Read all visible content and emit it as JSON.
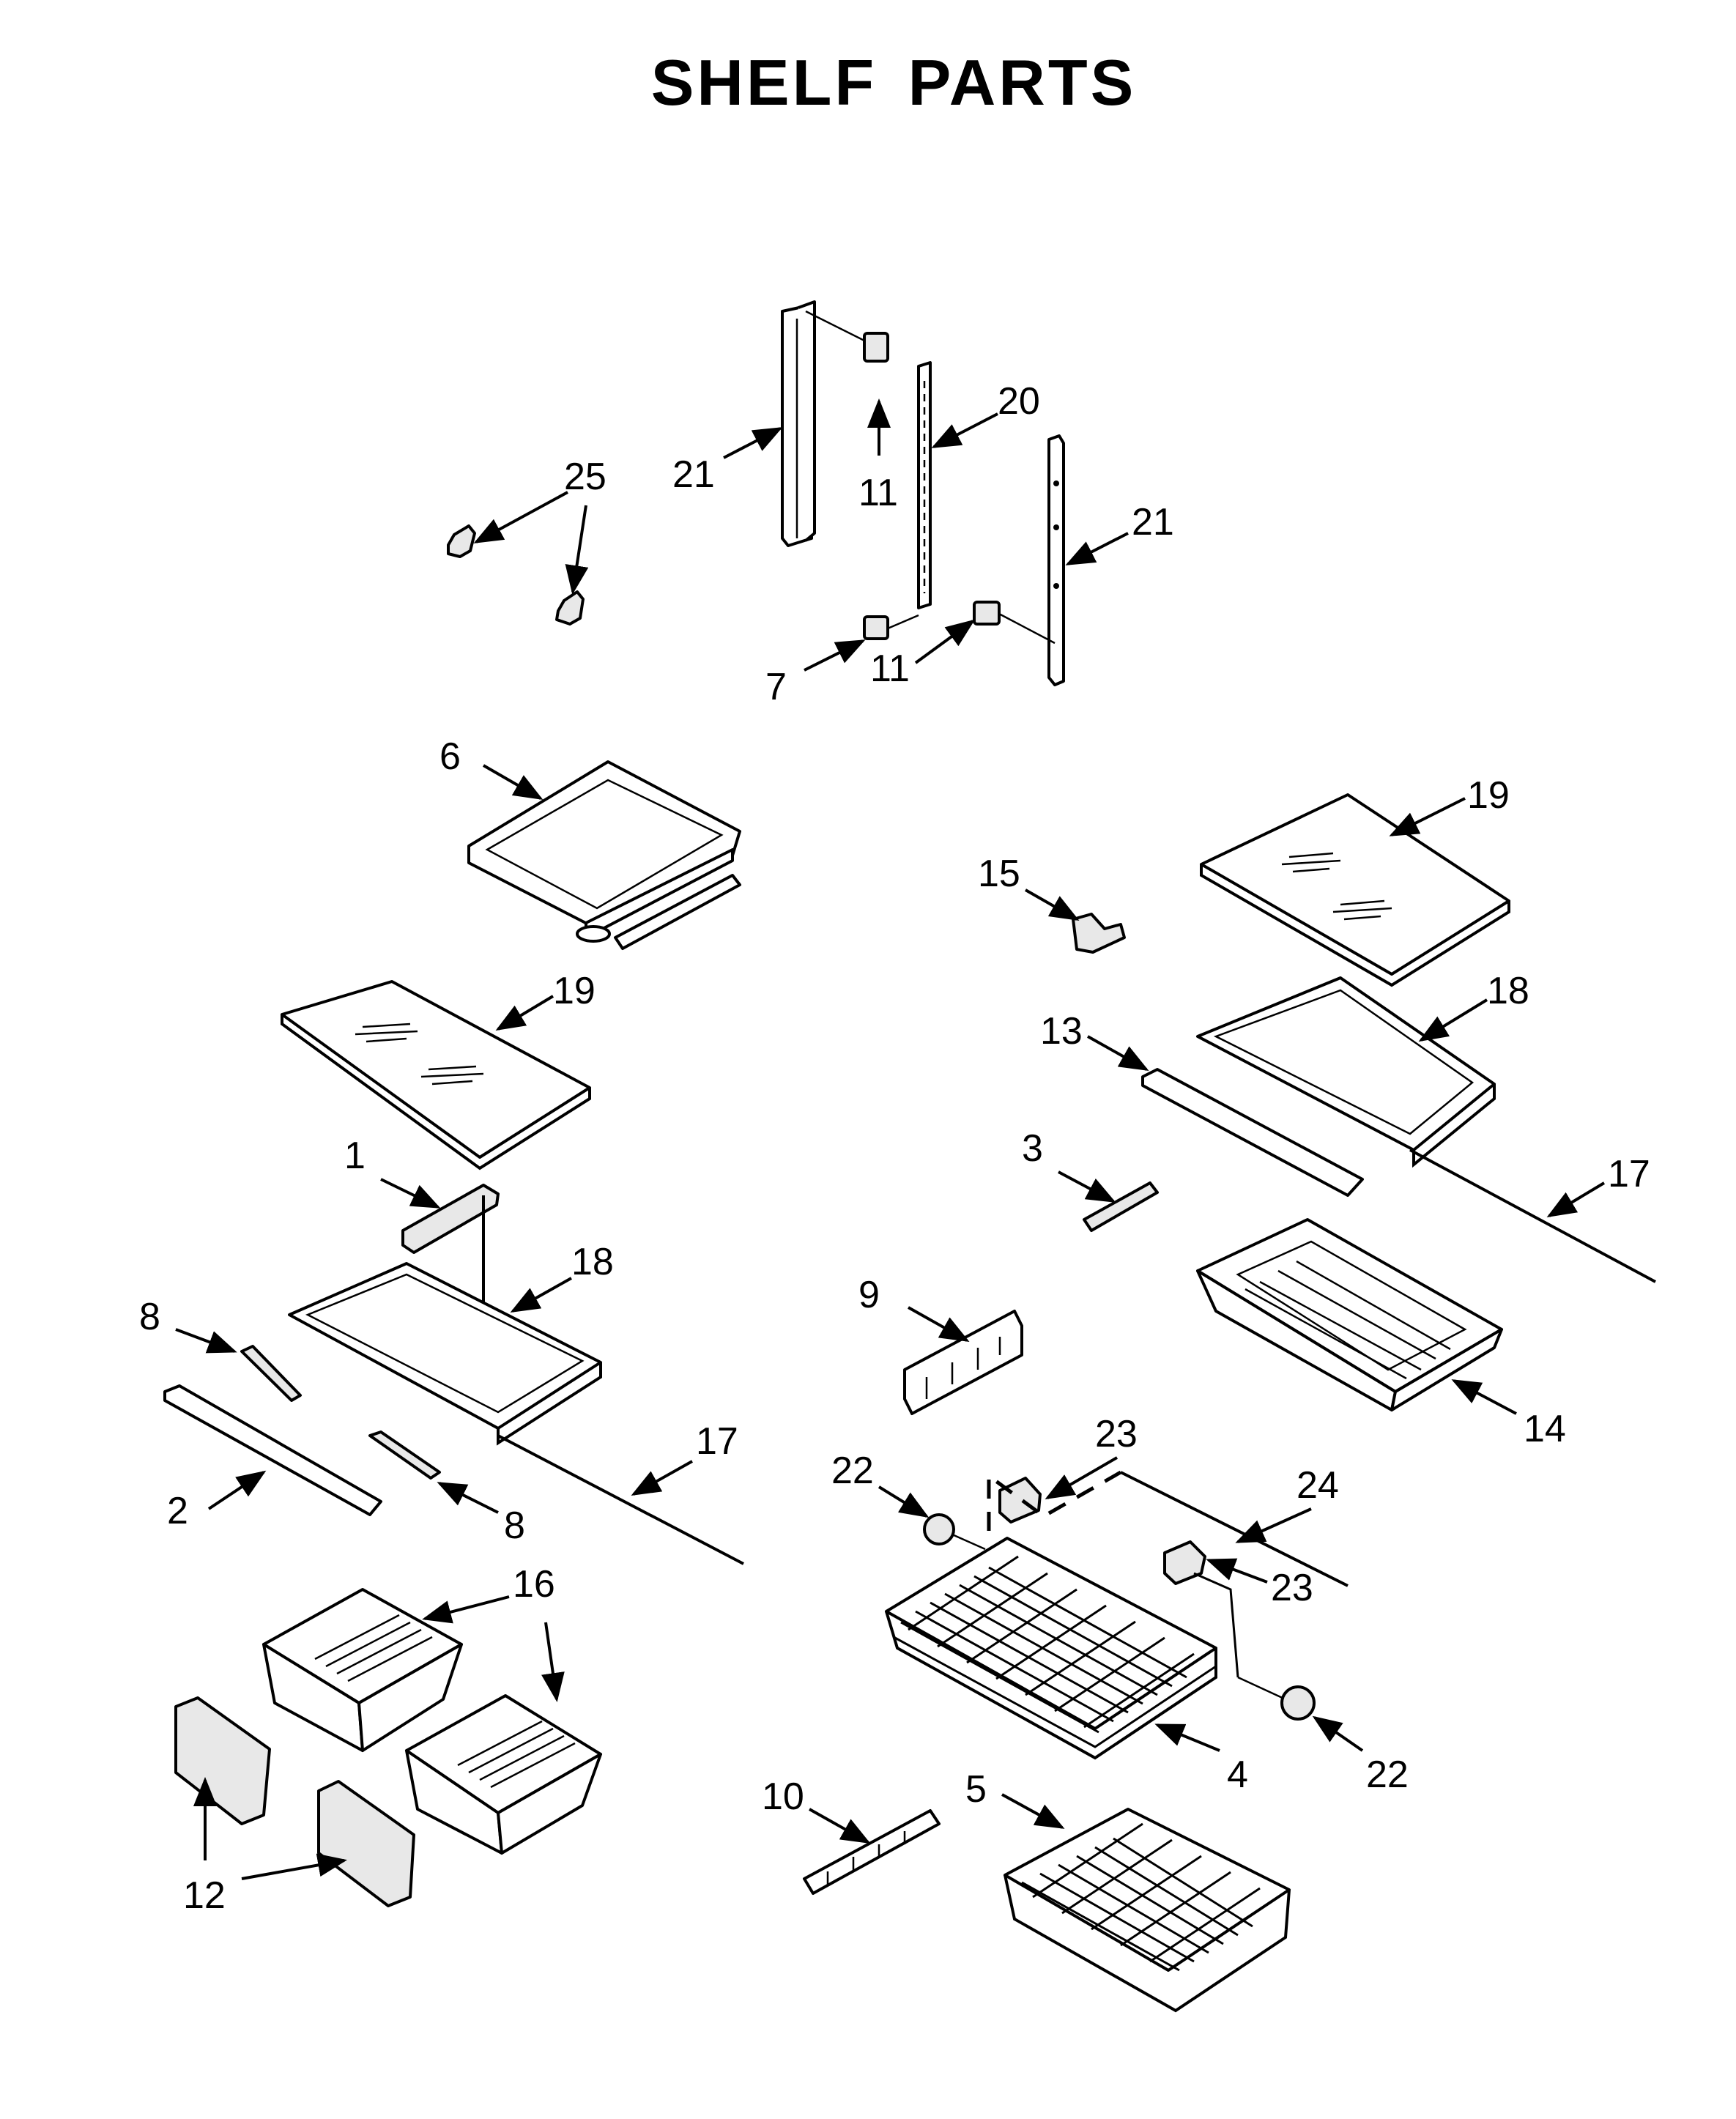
{
  "title": "SHELF PARTS",
  "callouts": {
    "c25": "25",
    "c21a": "21",
    "c11a": "11",
    "c20": "20",
    "c21b": "21",
    "c7": "7",
    "c11b": "11",
    "c6": "6",
    "c19a": "19",
    "c15": "15",
    "c19b": "19",
    "c18a": "18",
    "c13": "13",
    "c1": "1",
    "c18b": "18",
    "c3": "3",
    "c17a": "17",
    "c8a": "8",
    "c9": "9",
    "c14": "14",
    "c2": "2",
    "c8b": "8",
    "c17b": "17",
    "c22a": "22",
    "c23a": "23",
    "c24": "24",
    "c23b": "23",
    "c16": "16",
    "c4": "4",
    "c22b": "22",
    "c10": "10",
    "c5": "5",
    "c12": "12"
  }
}
